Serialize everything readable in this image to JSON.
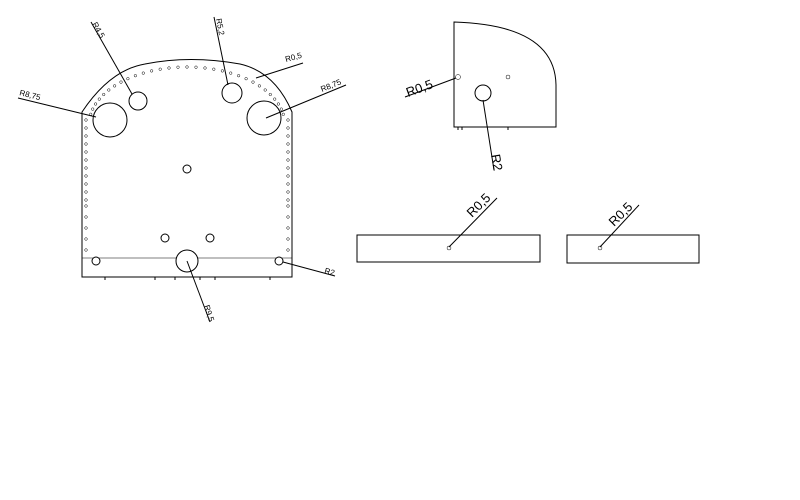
{
  "drawing": {
    "front_panel": {
      "callouts": {
        "r45": "R4,5",
        "r52": "R5,2",
        "r05": "R0,5",
        "r875_left": "R8,75",
        "r875_right": "R8,75",
        "r2": "R2",
        "r95": "R9,5"
      }
    },
    "side_panel": {
      "callouts": {
        "r05": "R0,5",
        "r2": "R2"
      }
    },
    "bar_left": {
      "callouts": {
        "r05": "R0,5"
      }
    },
    "bar_right": {
      "callouts": {
        "r05": "R0,5"
      }
    }
  }
}
